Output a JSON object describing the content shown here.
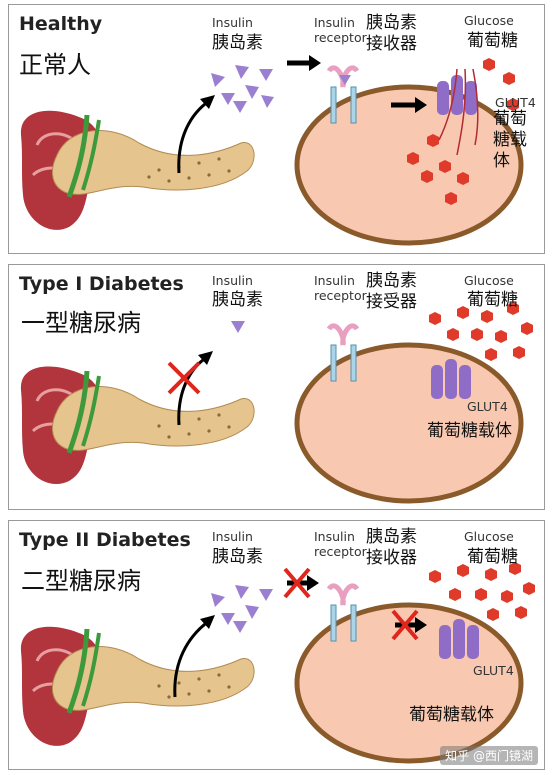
{
  "panels": [
    {
      "title_en": "Healthy",
      "title_zh": "正常人",
      "insulin_en": "Insulin",
      "insulin_zh": "胰岛素",
      "receptor_en": "Insulin\nreceptor",
      "receptor_zh": "胰岛素\n接收器",
      "glucose_en": "Glucose",
      "glucose_zh": "葡萄糖",
      "glut_en": "GLUT4",
      "glut_zh": "葡萄\n糖载\n体"
    },
    {
      "title_en": "Type I Diabetes",
      "title_zh": "一型糖尿病",
      "insulin_en": "Insulin",
      "insulin_zh": "胰岛素",
      "receptor_en": "Insulin\nreceptor",
      "receptor_zh": "胰岛素\n接受器",
      "glucose_en": "Glucose",
      "glucose_zh": "葡萄糖",
      "glut_en": "GLUT4",
      "glut_zh": "葡萄糖载体"
    },
    {
      "title_en": "Type II Diabetes",
      "title_zh": "二型糖尿病",
      "insulin_en": "Insulin",
      "insulin_zh": "胰岛素",
      "receptor_en": "Insulin\nreceptor",
      "receptor_zh": "胰岛素\n接收器",
      "glucose_en": "Glucose",
      "glucose_zh": "葡萄糖",
      "glut_en": "GLUT4",
      "glut_zh": "葡萄糖载体"
    }
  ],
  "watermark": "知乎 @西门镜湖",
  "colors": {
    "cell_fill": "#f8c9b0",
    "cell_border": "#8a5a2b",
    "glucose": "#e03a2a",
    "insulin": "#9b7fd0",
    "glut4": "#8f6cc6",
    "pancreas": "#e6c48e",
    "stomach": "#b2343c",
    "duct": "#3c9a3c",
    "block_x": "#e0261c"
  }
}
